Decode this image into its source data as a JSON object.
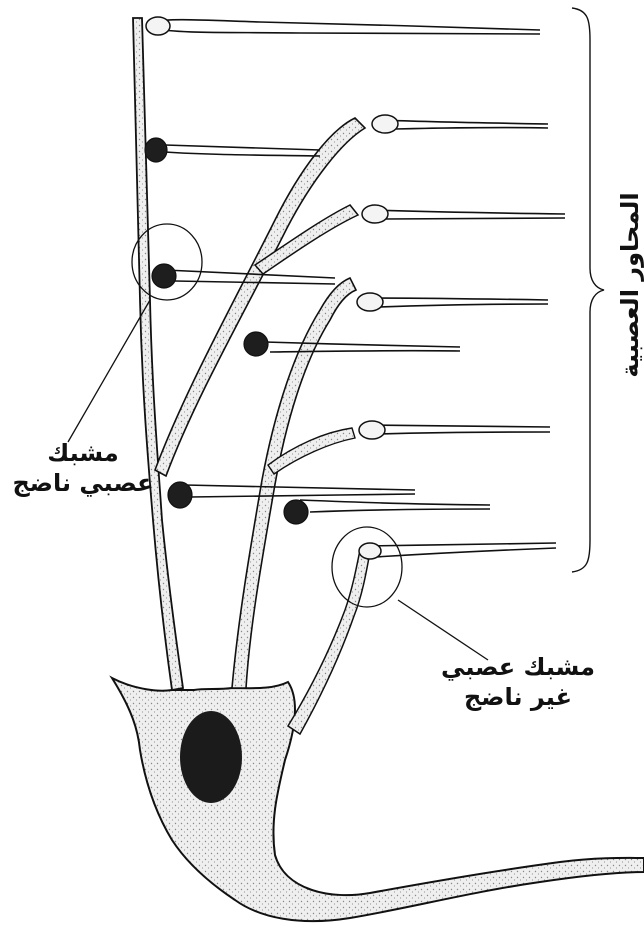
{
  "labels": {
    "axons": "المحاور العصبية",
    "mature_synapse": [
      "مشبك",
      "عصبي ناضج"
    ],
    "immature_synapse": [
      "مشبك عصبي",
      "غير ناضج"
    ]
  },
  "colors": {
    "ink": "#111111",
    "cell_fill": "#e9e9e9",
    "nucleus": "#1a1a1a",
    "synapse_dark": "#222222"
  }
}
